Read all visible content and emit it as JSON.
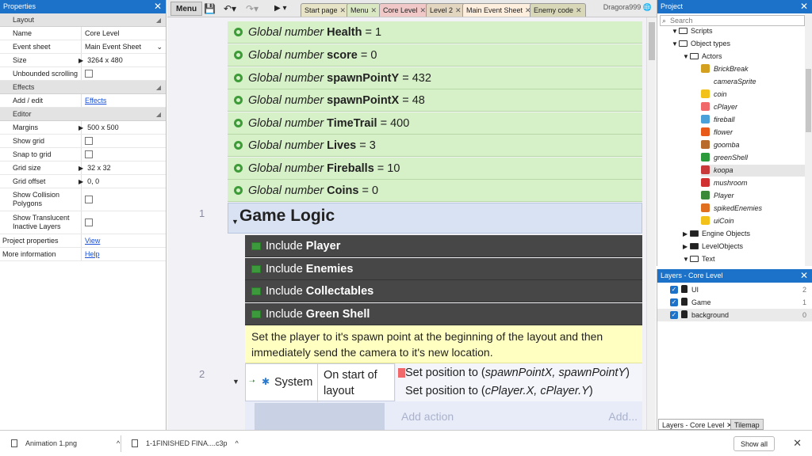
{
  "properties": {
    "title": "Properties",
    "sections": {
      "layout": "Layout",
      "effects": "Effects",
      "editor": "Editor"
    },
    "layout_rows": [
      {
        "key": "Name",
        "value": "Core Level"
      },
      {
        "key": "Event sheet",
        "value": "Main Event Sheet"
      },
      {
        "key": "Size",
        "value": "3264 x 480"
      },
      {
        "key": "Unbounded scrolling",
        "value": ""
      }
    ],
    "effects_rows": [
      {
        "key": "Add / edit",
        "value": "Effects"
      }
    ],
    "editor_rows": [
      {
        "key": "Margins",
        "value": "500 x 500"
      },
      {
        "key": "Show grid",
        "value": ""
      },
      {
        "key": "Snap to grid",
        "value": ""
      },
      {
        "key": "Grid size",
        "value": "32 x 32"
      },
      {
        "key": "Grid offset",
        "value": "0, 0"
      },
      {
        "key": "Show Collision Polygons",
        "value": ""
      },
      {
        "key": "Show Translucent Inactive Layers",
        "value": ""
      }
    ],
    "project_properties": {
      "key": "Project properties",
      "value": "View"
    },
    "more_information": {
      "key": "More information",
      "value": "Help"
    }
  },
  "toolbar": {
    "menu_label": "Menu",
    "tabs": [
      "Start page",
      "Menu",
      "Core Level",
      "Level 2",
      "Main Event Sheet",
      "Enemy code"
    ],
    "user": "Dragora999"
  },
  "sheet": {
    "globals": [
      {
        "prefix": "Global number ",
        "name": "Health",
        "value": " = 1"
      },
      {
        "prefix": "Global number ",
        "name": "score",
        "value": " = 0"
      },
      {
        "prefix": "Global number ",
        "name": "spawnPointY",
        "value": " = 432"
      },
      {
        "prefix": "Global number ",
        "name": "spawnPointX",
        "value": " = 48"
      },
      {
        "prefix": "Global number ",
        "name": "TimeTrail",
        "value": " = 400"
      },
      {
        "prefix": "Global number ",
        "name": "Lives",
        "value": " = 3"
      },
      {
        "prefix": "Global number ",
        "name": "Fireballs",
        "value": " = 10"
      },
      {
        "prefix": "Global number ",
        "name": "Coins",
        "value": " = 0"
      }
    ],
    "line1": "1",
    "group_title": "Game Logic",
    "includes": [
      {
        "prefix": "Include ",
        "name": "Player"
      },
      {
        "prefix": "Include ",
        "name": "Enemies"
      },
      {
        "prefix": "Include ",
        "name": "Collectables"
      },
      {
        "prefix": "Include ",
        "name": "Green Shell"
      }
    ],
    "comment": "Set the player to it's spawn point at the beginning of the layout and then immediately send the camera to it's new location.",
    "line2": "2",
    "event": {
      "object": "System",
      "condition": "On start of layout",
      "action1_prefix": "Set position to (",
      "action1_args": "spawnPointX, spawnPointY",
      "action1_suffix": ")",
      "action2_prefix": "Set position to (",
      "action2_args": "cPlayer.X, cPlayer.Y",
      "action2_suffix": ")"
    },
    "add_action": "Add action",
    "add_more": "Add..."
  },
  "project": {
    "title": "Project",
    "search_placeholder": "Search",
    "tree": [
      {
        "label": "Scripts",
        "level": 1,
        "type": "folder-open"
      },
      {
        "label": "Object types",
        "level": 1,
        "type": "folder-open"
      },
      {
        "label": "Actors",
        "level": 2,
        "type": "folder-open"
      },
      {
        "label": "BrickBreak",
        "level": 3,
        "type": "obj",
        "color": "#d4a020"
      },
      {
        "label": "cameraSprite",
        "level": 3,
        "type": "obj",
        "color": ""
      },
      {
        "label": "coin",
        "level": 3,
        "type": "obj",
        "color": "#f2c21a"
      },
      {
        "label": "cPlayer",
        "level": 3,
        "type": "obj",
        "color": "#f0686a"
      },
      {
        "label": "fireball",
        "level": 3,
        "type": "obj",
        "color": "#4aa0d8"
      },
      {
        "label": "flower",
        "level": 3,
        "type": "obj",
        "color": "#e85a1a"
      },
      {
        "label": "goomba",
        "level": 3,
        "type": "obj",
        "color": "#b86a2a"
      },
      {
        "label": "greenShell",
        "level": 3,
        "type": "obj",
        "color": "#2a9a3a"
      },
      {
        "label": "koopa",
        "level": 3,
        "type": "obj",
        "color": "#c83a3a"
      },
      {
        "label": "mushroom",
        "level": 3,
        "type": "obj",
        "color": "#d03030"
      },
      {
        "label": "Player",
        "level": 3,
        "type": "obj",
        "color": "#3a8a3a"
      },
      {
        "label": "spikedEnemies",
        "level": 3,
        "type": "obj",
        "color": "#e07020"
      },
      {
        "label": "uiCoin",
        "level": 3,
        "type": "obj",
        "color": "#f2c21a"
      },
      {
        "label": "Engine Objects",
        "level": 2,
        "type": "folder-closed"
      },
      {
        "label": "LevelObjects",
        "level": 2,
        "type": "folder-closed"
      },
      {
        "label": "Text",
        "level": 2,
        "type": "folder-open"
      }
    ]
  },
  "layers": {
    "title": "Layers - Core Level",
    "rows": [
      {
        "name": "UI",
        "num": "2"
      },
      {
        "name": "Game",
        "num": "1"
      },
      {
        "name": "background",
        "num": "0"
      }
    ],
    "tab1": "Layers - Core Level",
    "tab2": "Tilemap"
  },
  "downloads": {
    "item1": "Animation 1.png",
    "item2": "1-1FINISHED FINA....c3p",
    "show_all": "Show all"
  }
}
